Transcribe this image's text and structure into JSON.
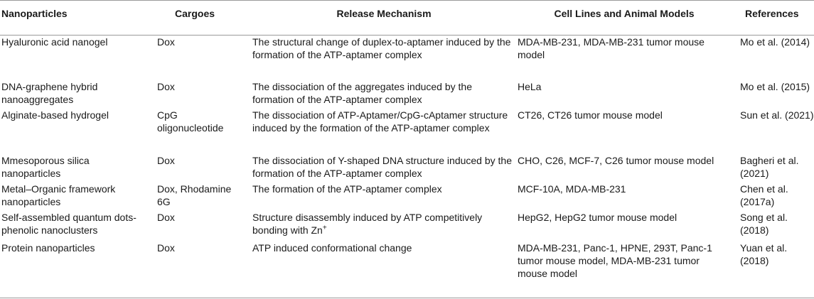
{
  "headers": {
    "nanoparticles": "Nanoparticles",
    "cargoes": "Cargoes",
    "release": "Release Mechanism",
    "cell_lines": "Cell Lines and Animal Models",
    "references": "References"
  },
  "rows": [
    {
      "nanoparticle": "Hyaluronic acid nanogel",
      "cargo": "Dox",
      "release": "The structural change of duplex-to-aptamer induced by the formation of the ATP-aptamer complex",
      "cells": "MDA-MB-231, MDA-MB-231 tumor mouse model",
      "reference": "Mo et al. (2014)"
    },
    {
      "nanoparticle": "DNA-graphene hybrid nanoaggregates",
      "cargo": "Dox",
      "release": "The dissociation of the aggregates induced by the formation of the ATP-aptamer complex",
      "cells": "HeLa",
      "reference": "Mo et al. (2015)"
    },
    {
      "nanoparticle": "Alginate-based hydrogel",
      "cargo": "CpG oligonucleotide",
      "release": "The dissociation of ATP-Aptamer/CpG-cAptamer structure induced by the formation of the ATP-aptamer complex",
      "cells": "CT26, CT26 tumor mouse model",
      "reference": "Sun et al. (2021)"
    },
    {
      "nanoparticle": "Mmesoporous silica nanoparticles",
      "cargo": "Dox",
      "release": "The dissociation of Y-shaped DNA structure induced by the formation of the ATP-aptamer complex",
      "cells": "CHO, C26, MCF-7, C26 tumor mouse model",
      "reference": "Bagheri et al. (2021)"
    },
    {
      "nanoparticle": "Metal–Organic framework nanoparticles",
      "cargo": "Dox, Rhodamine 6G",
      "release": "The formation of the ATP-aptamer complex",
      "cells": "MCF-10A, MDA-MB-231",
      "reference": "Chen et al. (2017a)"
    },
    {
      "nanoparticle": "Self-assembled quantum dots-phenolic nanoclusters",
      "cargo": "Dox",
      "release": "Structure disassembly induced by ATP competitively bonding with Zn",
      "release_sup": "+",
      "cells": "HepG2, HepG2 tumor mouse model",
      "reference": "Song et al. (2018)"
    },
    {
      "nanoparticle": "Protein nanoparticles",
      "cargo": "Dox",
      "release": "ATP induced conformational change",
      "cells": "MDA-MB-231, Panc-1, HPNE, 293T, Panc-1 tumor mouse model, MDA-MB-231 tumor mouse model",
      "reference": "Yuan et al. (2018)"
    }
  ]
}
